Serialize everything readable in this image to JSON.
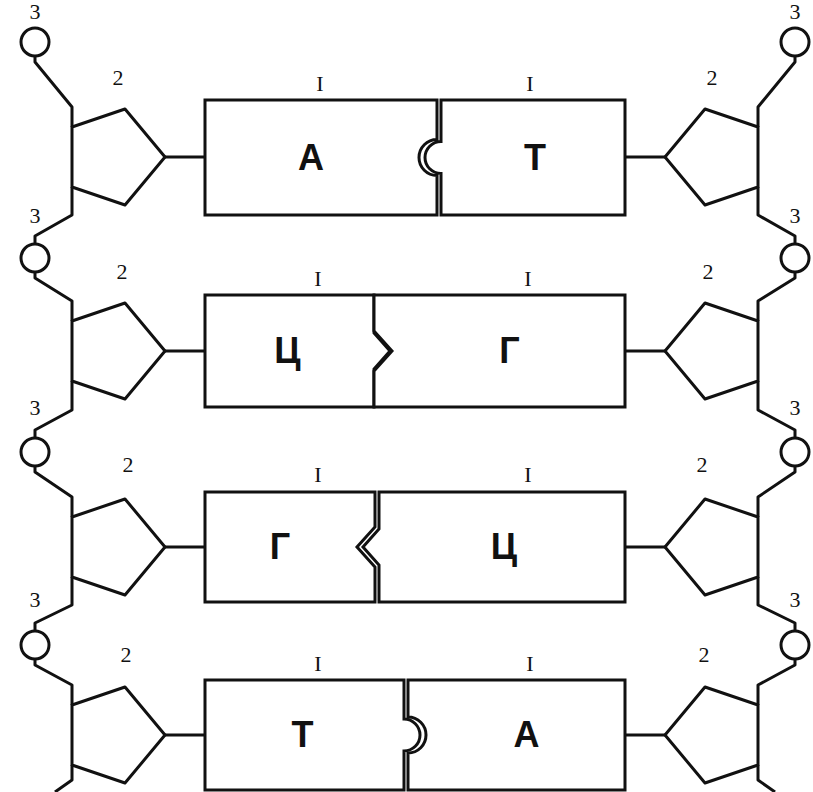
{
  "diagram": {
    "nodes": [
      {
        "text": [
          "А"
        ]
      },
      {
        "text": [
          "Т"
        ]
      },
      {
        "text": [
          "Ц"
        ]
      },
      {
        "text": [
          "Г"
        ]
      },
      {
        "text": [
          "Г"
        ]
      },
      {
        "text": [
          "Ц"
        ]
      },
      {
        "text": [
          "Т"
        ]
      },
      {
        "text": [
          "А"
        ]
      }
    ],
    "labels": [
      "3",
      "3",
      "2",
      "I",
      "I",
      "2",
      "3",
      "3",
      "2",
      "I",
      "I",
      "2",
      "3",
      "3",
      "2",
      "I",
      "I",
      "2",
      "3",
      "3",
      "2",
      "I",
      "I",
      "2"
    ]
  }
}
